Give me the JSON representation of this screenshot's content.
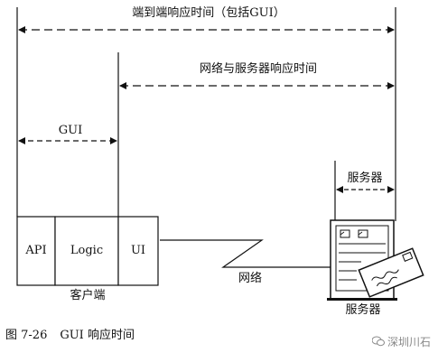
{
  "labels": {
    "end_to_end": "端到端响应时间（包括GUI）",
    "network_server": "网络与服务器响应时间",
    "gui": "GUI",
    "server_time": "服务器"
  },
  "client": {
    "boxes": [
      "API",
      "Logic",
      "UI"
    ],
    "label": "客户端"
  },
  "network": {
    "label": "网络"
  },
  "server": {
    "label": "服务器",
    "icon": "server-with-envelope-icon"
  },
  "caption": {
    "figure_no": "图 7-26",
    "title": "GUI 响应时间"
  },
  "watermark": {
    "icon": "wechat-icon",
    "text": "深圳川石"
  }
}
